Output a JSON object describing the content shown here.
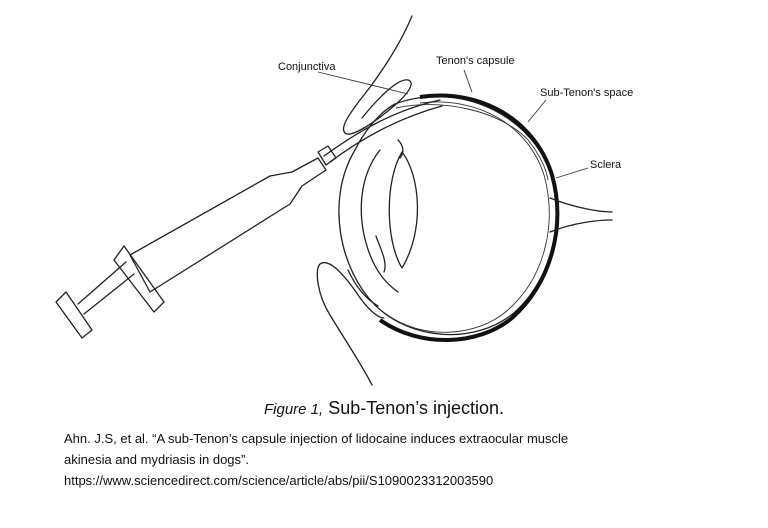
{
  "labels": {
    "conjunctiva": "Conjunctiva",
    "tenons_capsule": "Tenon's capsule",
    "sub_tenons_space": "Sub-Tenon's space",
    "sclera": "Sclera"
  },
  "caption": {
    "figure_number": "Figure 1,",
    "title": "Sub-Tenon’s injection."
  },
  "reference": {
    "citation_line1": "Ahn. J.S, et al. “A sub-Tenon’s capsule injection of lidocaine induces extraocular muscle",
    "citation_line2": "akinesia and mydriasis in dogs”.",
    "url": "https://www.sciencedirect.com/science/article/abs/pii/S1090023312003590"
  }
}
